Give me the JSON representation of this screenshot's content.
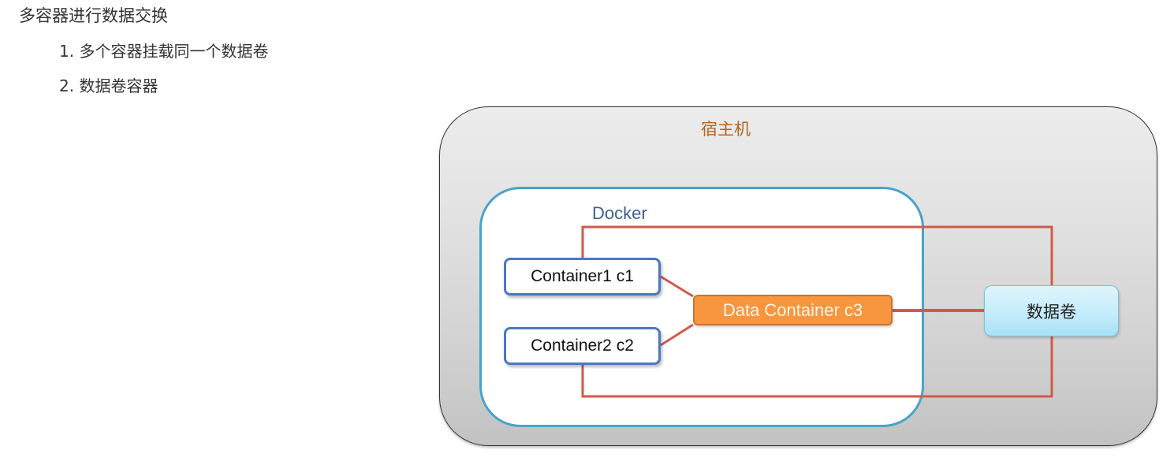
{
  "slide": {
    "heading": "多容器进行数据交换",
    "list": [
      "1. 多个容器挂载同一个数据卷",
      "2. 数据卷容器"
    ]
  },
  "diagram": {
    "host": {
      "label": "宿主机",
      "label_color": "#b5651d"
    },
    "docker": {
      "label": "Docker",
      "border_color": "#4aa3c8",
      "label_color": "#3d5f8f"
    },
    "nodes": {
      "container1": "Container1 c1",
      "container2": "Container2 c2",
      "data_container": "Data Container c3",
      "volume": "数据卷"
    },
    "connections": [
      {
        "from": "container1",
        "to": "data_container"
      },
      {
        "from": "container2",
        "to": "data_container"
      },
      {
        "from": "data_container",
        "to": "volume"
      },
      {
        "from": "container1",
        "to": "volume",
        "route": "top"
      },
      {
        "from": "container2",
        "to": "volume",
        "route": "bottom"
      }
    ],
    "colors": {
      "connector": "#d05a4a",
      "data_container_fill": "#f7963f",
      "container_border": "#4b78c0",
      "volume_fill": "#c2ebfa"
    }
  }
}
